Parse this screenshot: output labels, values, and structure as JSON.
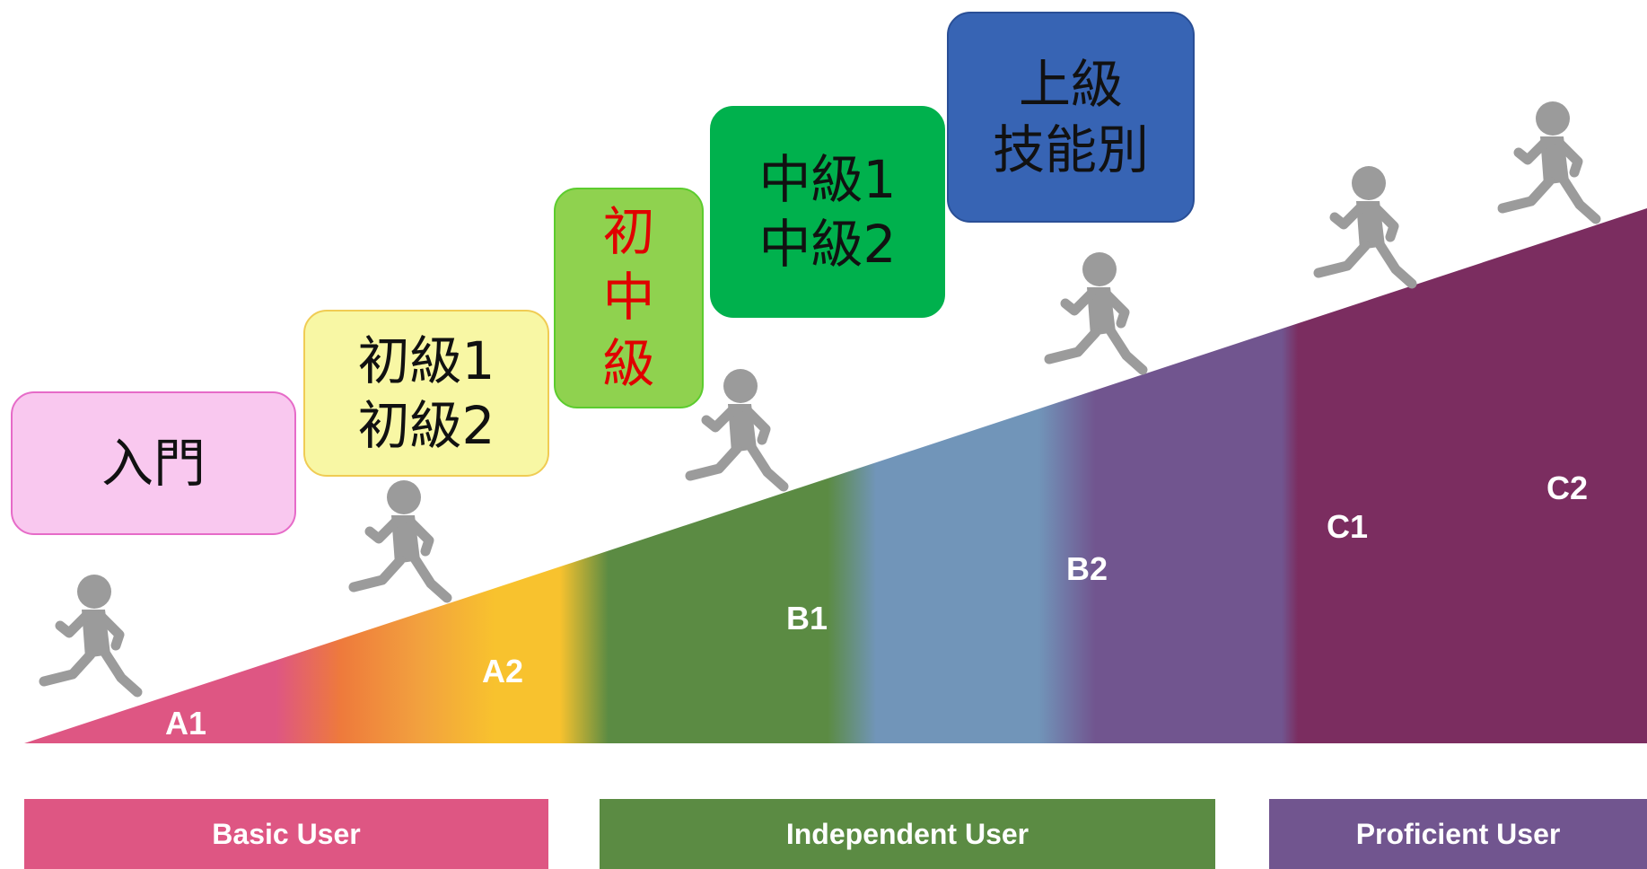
{
  "boxes": {
    "nyumon": "入門",
    "shokyu": [
      "初級1",
      "初級2"
    ],
    "shochukyu": [
      "初",
      "中",
      "級"
    ],
    "chukyu": [
      "中級1",
      "中級2"
    ],
    "jokyu": [
      "上級",
      "技能別"
    ]
  },
  "cefr_levels": [
    "A1",
    "A2",
    "B1",
    "B2",
    "C1",
    "C2"
  ],
  "groups": {
    "basic": "Basic User",
    "independent": "Independent User",
    "proficient": "Proficient User"
  },
  "colors": {
    "A1": "#de5683",
    "A2_orange": "#ee7a3c",
    "A2_yellow": "#f8c22e",
    "B1": "#5b8b43",
    "B2": "#7195b9",
    "C1": "#71558f",
    "C2": "#7b2d60",
    "runner": "#9b9b9b"
  }
}
